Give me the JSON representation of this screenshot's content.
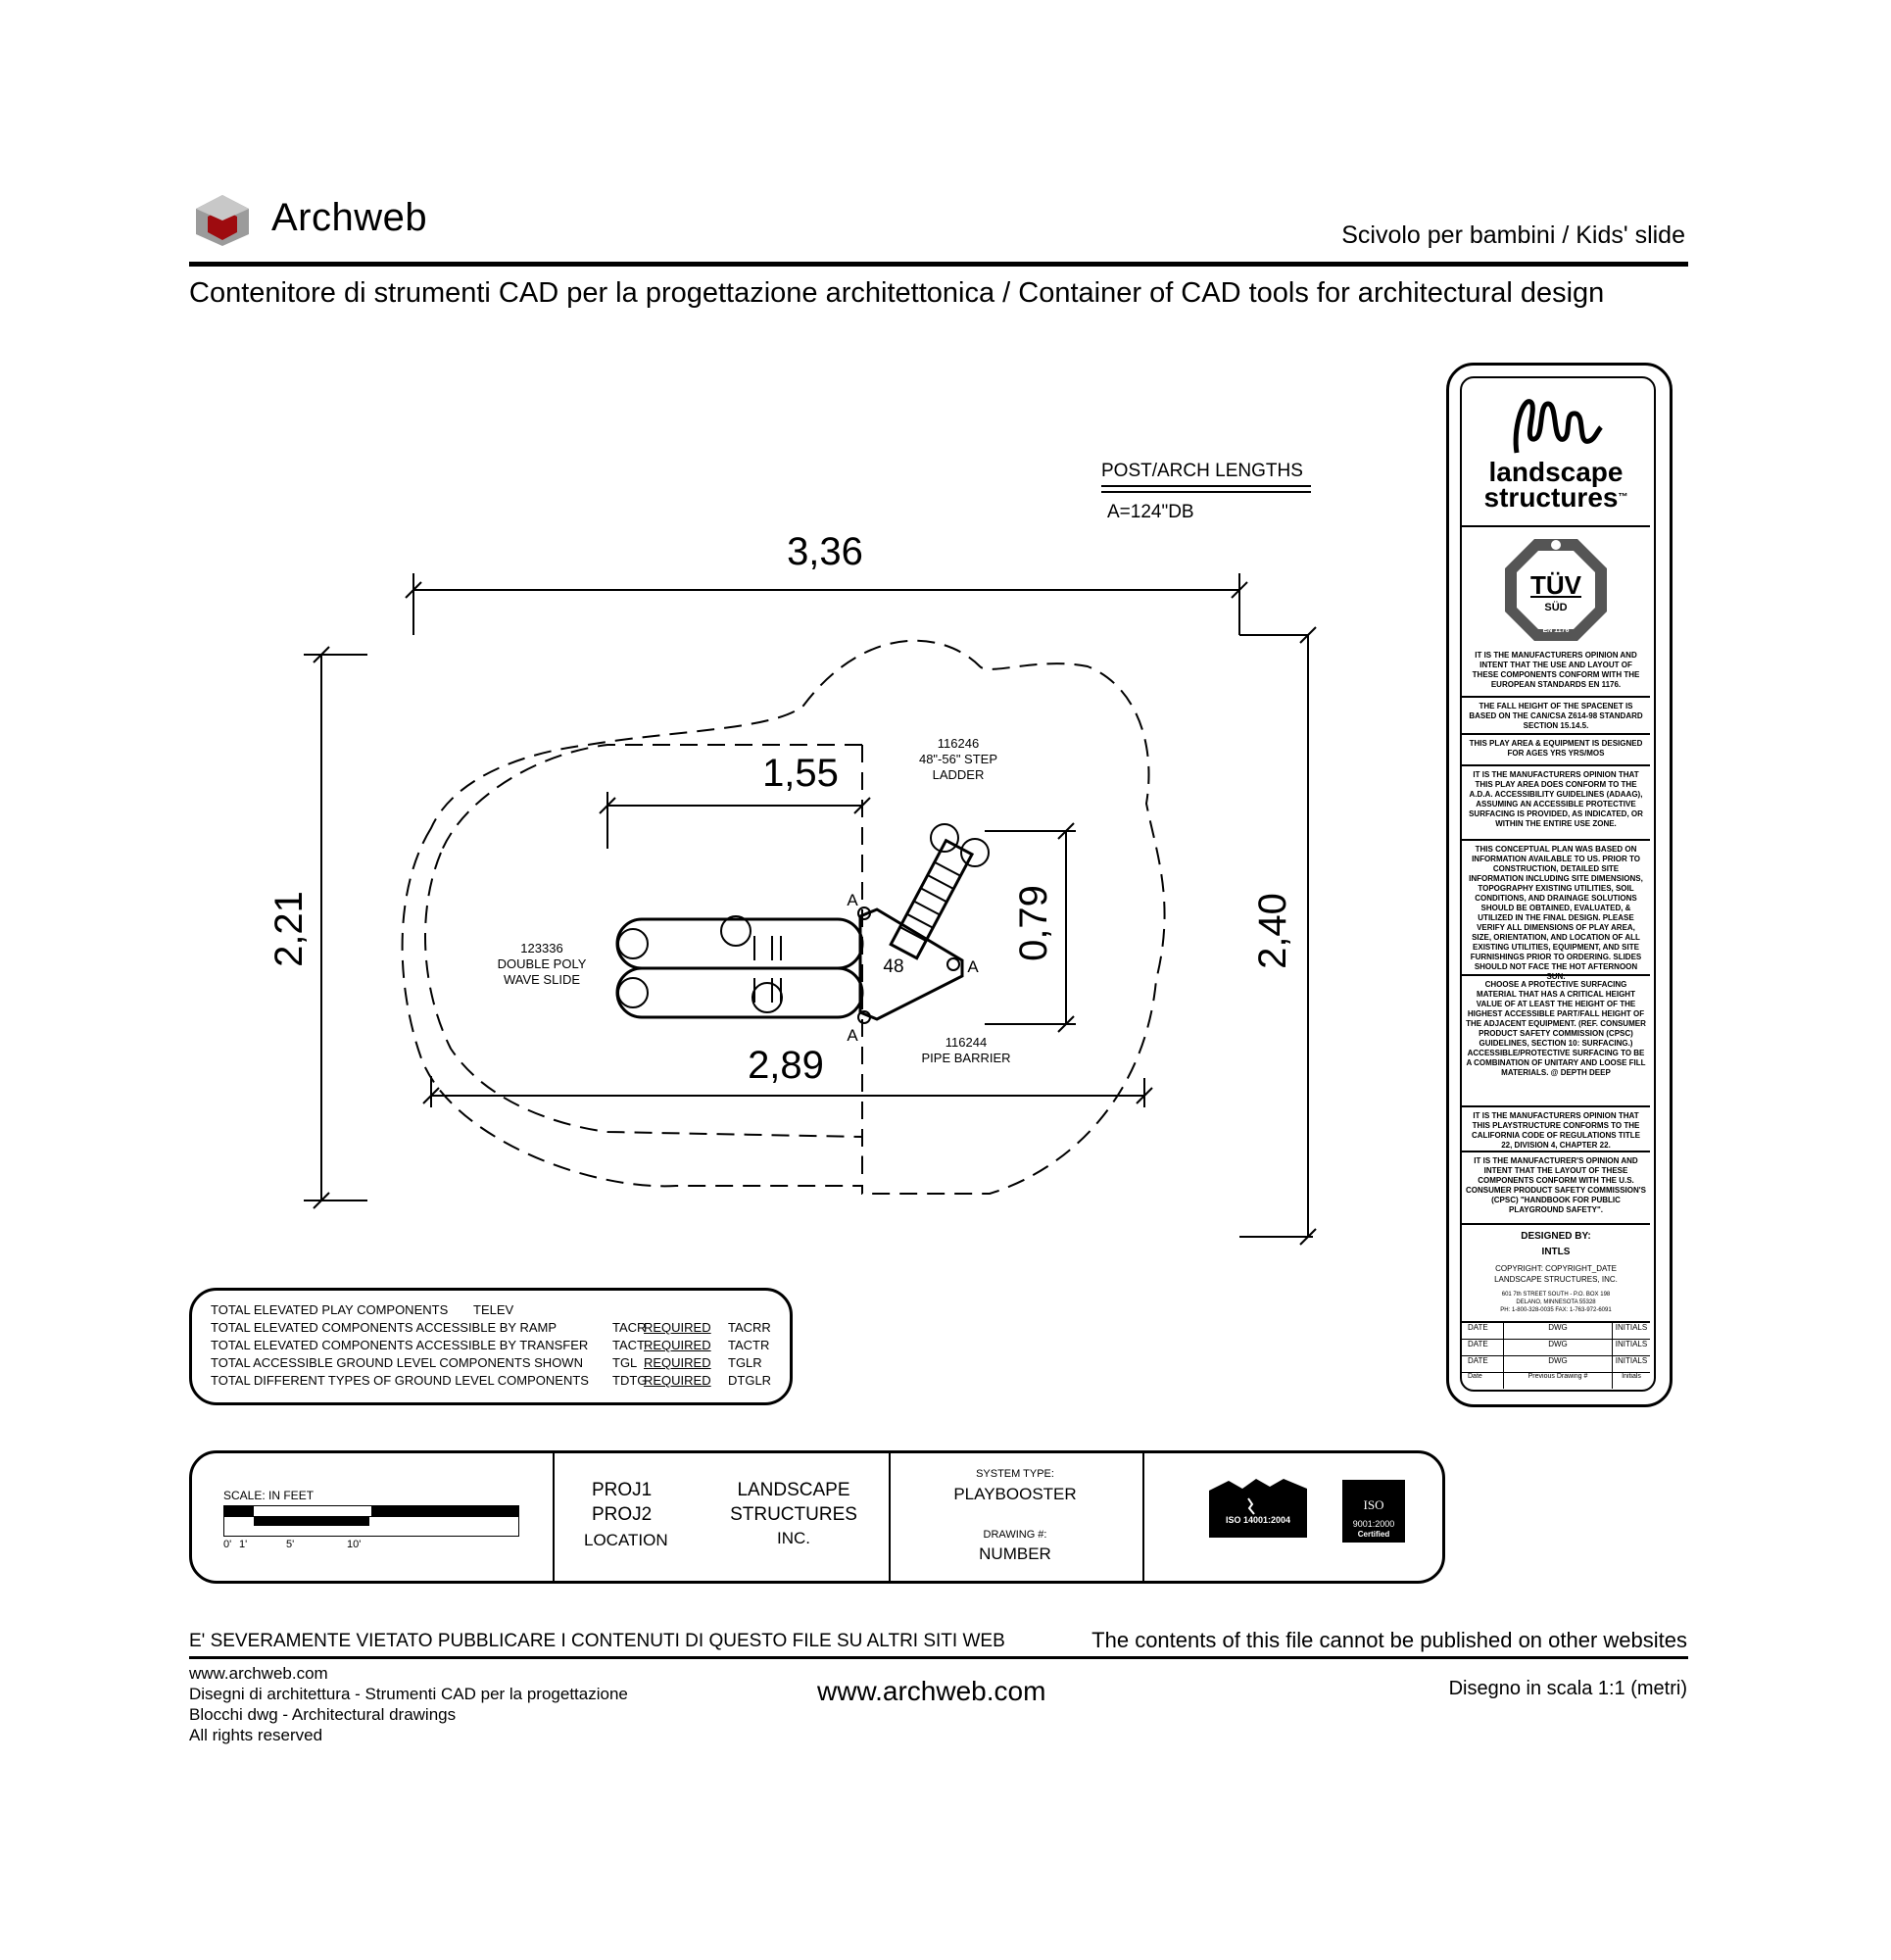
{
  "header": {
    "brand": "Archweb",
    "drawing_title": "Scivolo per bambini  /  Kids' slide",
    "subtitle": "Contenitore di strumenti CAD per la progettazione architettonica  /  Container of CAD tools for architectural design"
  },
  "plan": {
    "post_arch_heading": "POST/ARCH LENGTHS",
    "post_arch_value": "A=124\"DB",
    "dim_width_total": "3,36",
    "dim_height_left": "2,21",
    "dim_height_right": "2,40",
    "dim_deck_width": "1,55",
    "dim_ladder": "0,79",
    "dim_slide_length": "2,89",
    "slide_label": [
      "123336",
      "DOUBLE POLY",
      "WAVE SLIDE"
    ],
    "ladder_label": [
      "116246",
      "48\"-56\" STEP",
      "LADDER"
    ],
    "barrier_label": [
      "116244",
      "PIPE BARRIER"
    ],
    "deck_height": "48",
    "post_marker": "A"
  },
  "components_table": {
    "rows": [
      {
        "label": "TOTAL ELEVATED PLAY COMPONENTS",
        "code": "TELEV",
        "req": "",
        "val": ""
      },
      {
        "label": "TOTAL ELEVATED COMPONENTS ACCESSIBLE BY RAMP",
        "code": "TACR",
        "req": "REQUIRED",
        "val": "TACRR"
      },
      {
        "label": "TOTAL ELEVATED COMPONENTS ACCESSIBLE BY TRANSFER",
        "code": "TACT",
        "req": "REQUIRED",
        "val": "TACTR"
      },
      {
        "label": "TOTAL ACCESSIBLE GROUND LEVEL COMPONENTS SHOWN",
        "code": "TGL",
        "req": "REQUIRED",
        "val": "TGLR"
      },
      {
        "label": "TOTAL DIFFERENT TYPES OF GROUND LEVEL COMPONENTS",
        "code": "TDTG",
        "req": "REQUIRED",
        "val": "DTGLR"
      }
    ]
  },
  "title_block": {
    "scale_label": "SCALE: IN FEET",
    "scale_ticks": [
      "0'",
      "1'",
      "5'",
      "10'"
    ],
    "proj1": "PROJ1",
    "proj2": "PROJ2",
    "location": "LOCATION",
    "company1": "LANDSCAPE",
    "company2": "STRUCTURES",
    "company3": "INC.",
    "system_type_label": "SYSTEM TYPE:",
    "system_type": "PLAYBOOSTER",
    "drawing_no_label": "DRAWING #:",
    "drawing_no": "NUMBER",
    "iso_badge": "ISO 14001:2004",
    "iso_badge2": "ISO",
    "iso_badge2_sub": "9001:2000",
    "iso_badge2_cert": "Certified"
  },
  "side_panel": {
    "logo_line1": "landscape",
    "logo_line2": "structures",
    "tm": "™",
    "tuv_main": "TÜV",
    "tuv_sub": "SÜD",
    "tuv_norm": "EN 1176",
    "notes": [
      "IT IS THE MANUFACTURERS OPINION AND INTENT THAT THE USE AND LAYOUT OF THESE COMPONENTS CONFORM WITH THE EUROPEAN STANDARDS EN 1176.",
      "THE FALL HEIGHT OF THE SPACENET IS BASED ON THE CAN/CSA Z614-98 STANDARD SECTION 15.14.5.",
      "THIS PLAY AREA & EQUIPMENT IS DESIGNED FOR AGES     YRS    YRS/MOS",
      "IT IS THE MANUFACTURERS OPINION THAT THIS PLAY AREA DOES CONFORM TO THE A.D.A. ACCESSIBILITY GUIDELINES (ADAAG), ASSUMING AN ACCESSIBLE PROTECTIVE SURFACING IS PROVIDED, AS INDICATED, OR WITHIN THE ENTIRE USE ZONE.",
      "THIS CONCEPTUAL PLAN WAS BASED ON INFORMATION AVAILABLE TO US. PRIOR TO CONSTRUCTION, DETAILED SITE INFORMATION INCLUDING SITE DIMENSIONS, TOPOGRAPHY EXISTING UTILITIES, SOIL CONDITIONS, AND DRAINAGE SOLUTIONS SHOULD BE OBTAINED, EVALUATED, & UTILIZED IN THE FINAL DESIGN. PLEASE VERIFY ALL DIMENSIONS OF PLAY AREA, SIZE, ORIENTATION, AND LOCATION OF ALL EXISTING UTILITIES, EQUIPMENT, AND SITE FURNISHINGS PRIOR TO ORDERING. SLIDES SHOULD NOT FACE THE HOT AFTERNOON SUN.",
      "CHOOSE A PROTECTIVE SURFACING MATERIAL THAT HAS A CRITICAL HEIGHT VALUE OF AT LEAST THE HEIGHT OF THE HIGHEST ACCESSIBLE PART/FALL HEIGHT OF THE ADJACENT EQUIPMENT. (REF. CONSUMER PRODUCT SAFETY COMMISSION (CPSC) GUIDELINES, SECTION 10: SURFACING.) ACCESSIBLE/PROTECTIVE SURFACING TO BE A COMBINATION OF UNITARY AND LOOSE FILL MATERIALS. @ DEPTH DEEP",
      "IT IS THE MANUFACTURERS OPINION THAT THIS PLAYSTRUCTURE CONFORMS TO THE CALIFORNIA CODE OF REGULATIONS TITLE 22, DIVISION 4, CHAPTER 22.",
      "IT IS THE MANUFACTURER'S OPINION AND INTENT THAT THE LAYOUT OF THESE COMPONENTS CONFORM WITH THE U.S. CONSUMER PRODUCT SAFETY COMMISSION'S (CPSC) \"HANDBOOK FOR PUBLIC PLAYGROUND SAFETY\"."
    ],
    "designed_by": "DESIGNED BY:",
    "designer": "INTLS",
    "copyright": "COPYRIGHT:  COPYRIGHT_DATE",
    "company": "LANDSCAPE STRUCTURES, INC.",
    "address1": "601 7th STREET SOUTH - P.O. BOX 198",
    "address2": "DELANO, MINNESOTA 55328",
    "address3": "PH: 1-800-328-0035   FAX: 1-763-972-6091",
    "rev_rows": [
      [
        "DATE",
        "DWG",
        "INITIALS"
      ],
      [
        "DATE",
        "DWG",
        "INITIALS"
      ],
      [
        "DATE",
        "DWG",
        "INITIALS"
      ],
      [
        "Date",
        "Previous Drawing #",
        "Initials"
      ]
    ]
  },
  "footer": {
    "warning_it": "E' SEVERAMENTE VIETATO PUBBLICARE I CONTENUTI DI QUESTO FILE SU ALTRI SITI WEB",
    "warning_en": "The contents of this file cannot be published on other websites",
    "url_small": "www.archweb.com",
    "line2": "Disegni di architettura - Strumenti CAD  per la progettazione",
    "line3": "Blocchi dwg - Architectural drawings",
    "line4": "All rights reserved",
    "url_big": "www.archweb.com",
    "scale_note": "Disegno in scala 1:1 (metri)"
  }
}
